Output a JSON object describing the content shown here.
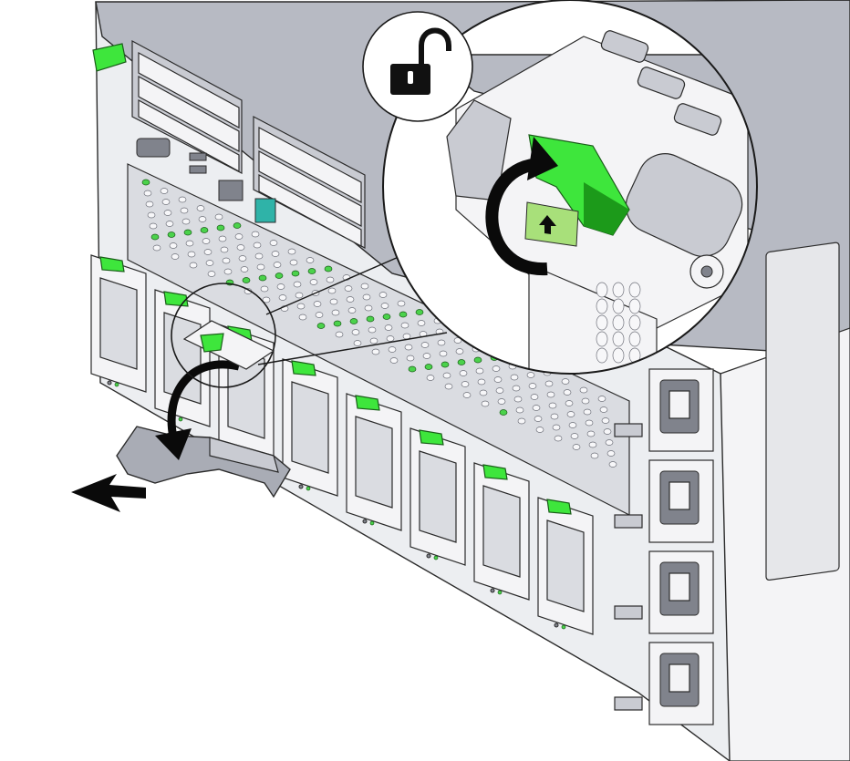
{
  "figure": {
    "subject": "server-module-removal",
    "palette": {
      "background": "#ffffff",
      "chassis_light": "#f4f4f6",
      "chassis_mid": "#c9cbd2",
      "chassis_dark": "#9fa2ab",
      "top_panel": "#b4b7c0",
      "outline": "#2b2b2b",
      "latch_green": "#3ee63c",
      "latch_green_dark": "#1c9a1a",
      "vent_green": "#4bd24b",
      "port_teal": "#2fb3a8",
      "arrow_black": "#0a0a0a",
      "lock_black": "#111111"
    },
    "icons": [
      "unlock-icon",
      "rotate-arrow-icon",
      "pull-arrow-icon",
      "up-arrow-icon"
    ],
    "fan_modules_count": 8,
    "psu_count": 4,
    "drive_bays_count": 8
  }
}
